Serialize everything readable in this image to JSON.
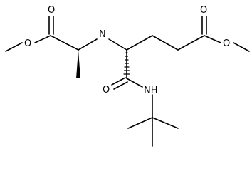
{
  "molecule": {
    "atoms": {
      "o_ester1_carbonyl": "O",
      "o_ester1_methoxy": "O",
      "n_amine": "N",
      "o_ester2_carbonyl": "O",
      "o_ester2_methoxy": "O",
      "o_amide_carbonyl": "O",
      "n_amide": "NH"
    },
    "colors": {
      "bond": "#000000",
      "label": "#000000",
      "background": "#ffffff"
    }
  }
}
